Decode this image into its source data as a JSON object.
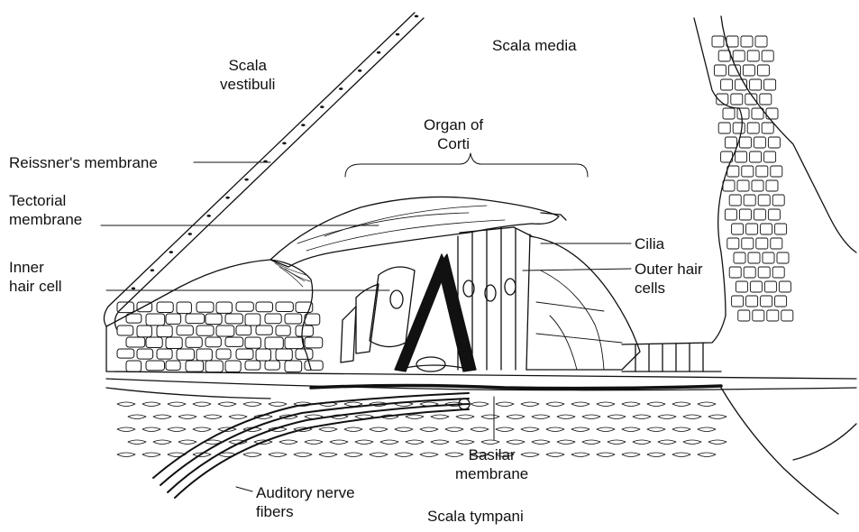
{
  "labels": {
    "scala_vestibuli": [
      "Scala",
      "vestibuli"
    ],
    "scala_media": "Scala media",
    "organ_of_corti": [
      "Organ of",
      "Corti"
    ],
    "reissners_membrane": "Reissner's membrane",
    "tectorial_membrane": [
      "Tectorial",
      "membrane"
    ],
    "inner_hair_cell": [
      "Inner",
      "hair cell"
    ],
    "cilia": "Cilia",
    "outer_hair_cells": [
      "Outer hair",
      "cells"
    ],
    "basilar_membrane": [
      "Basilar",
      "membrane"
    ],
    "auditory_nerve_fibers": [
      "Auditory nerve",
      "fibers"
    ],
    "scala_tympani": "Scala tympani"
  }
}
